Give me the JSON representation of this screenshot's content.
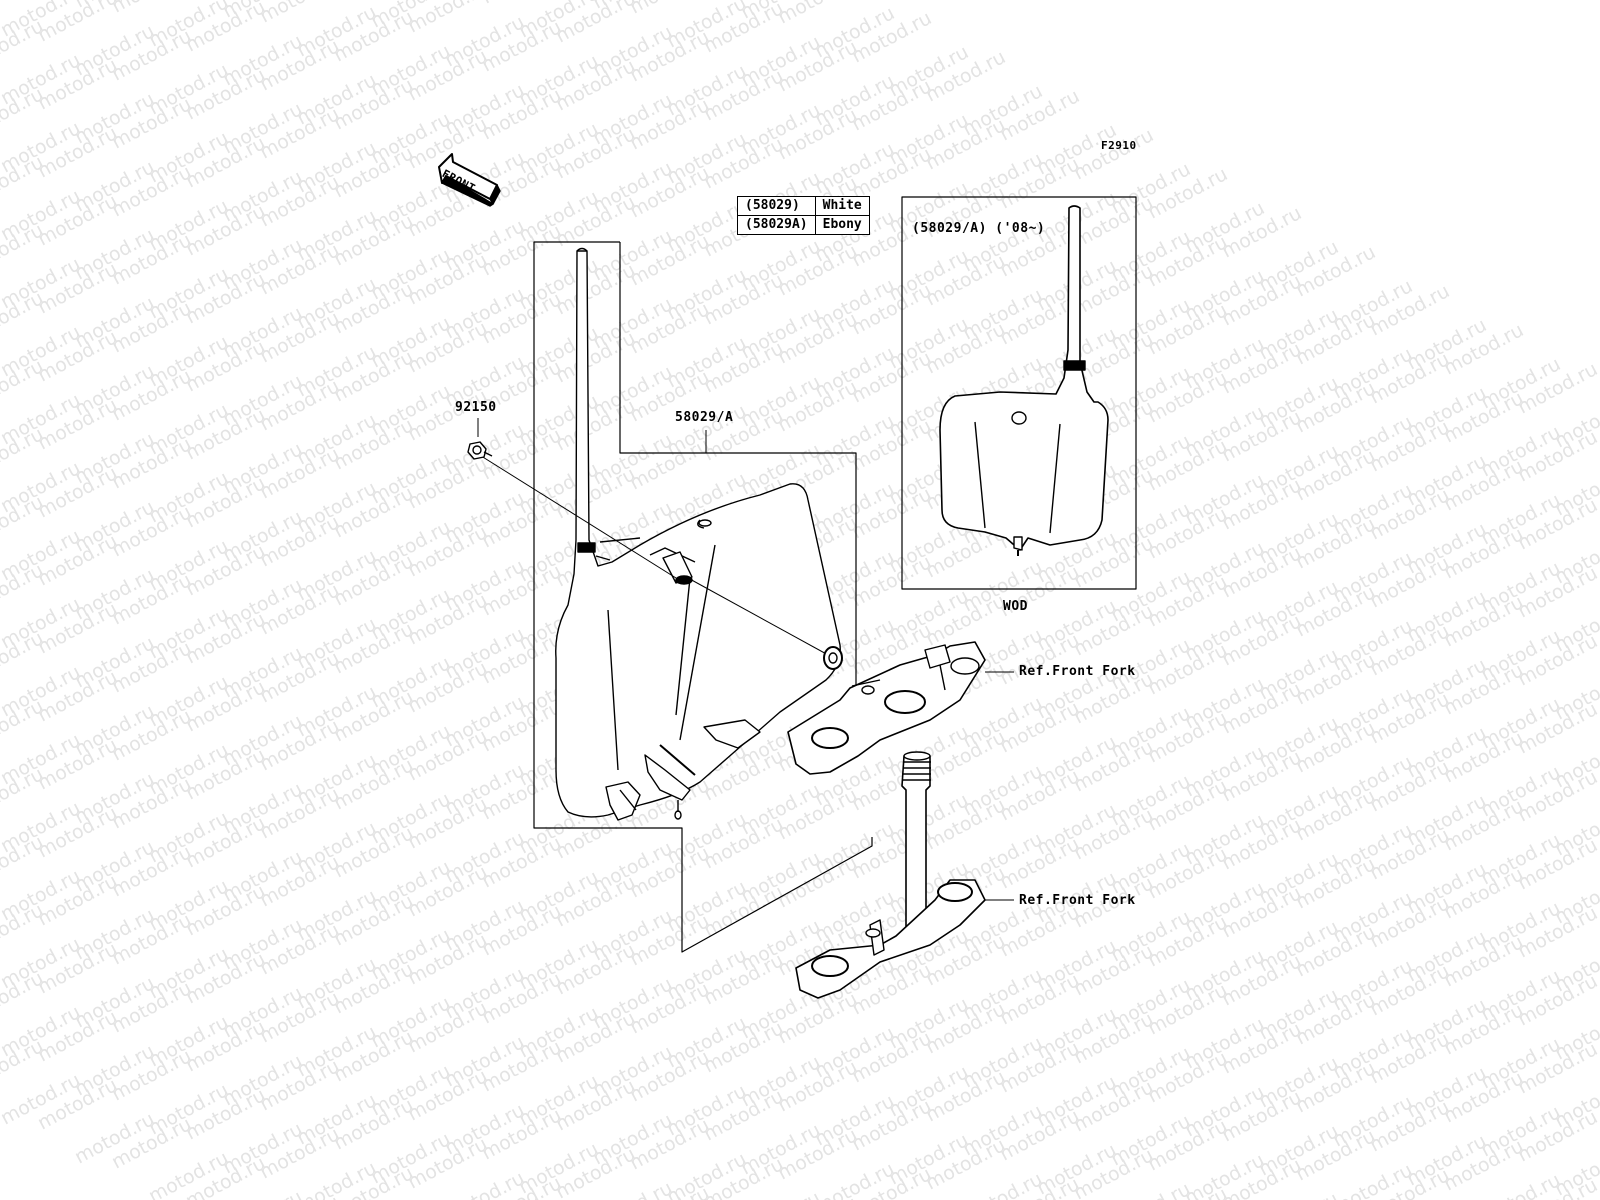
{
  "figure_code": "F2910",
  "front_label": "FRONT",
  "watermark_text": "motod.ru",
  "color_table": [
    {
      "code": "(58029)",
      "color": "White"
    },
    {
      "code": "(58029A)",
      "color": "Ebony"
    }
  ],
  "parts": {
    "bolt": "92150",
    "number_plate": "58029/A",
    "inset_title": "(58029/A) ('08~)",
    "inset_caption": "WOD",
    "upper_clamp_ref": "Ref.Front Fork",
    "lower_clamp_ref": "Ref.Front Fork"
  },
  "colors": {
    "line": "#000000",
    "watermark": "#e3e3e3",
    "background": "#ffffff"
  }
}
